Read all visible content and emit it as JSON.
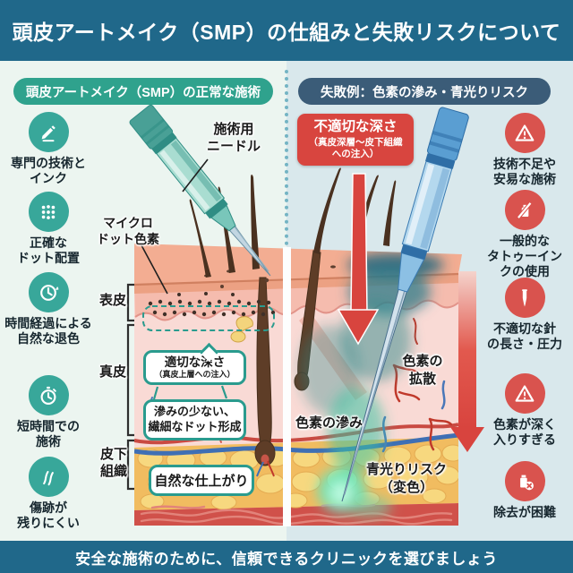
{
  "title": "頭皮アートメイク（SMP）の仕組みと失敗リスクについて",
  "footer": "安全な施術のために、信頼できるクリニックを選びましょう",
  "colors": {
    "header_bg": "#20688a",
    "left_accent": "#2fa28d",
    "left_icon_circle": "#38a79a",
    "right_header_bg": "#3b5c78",
    "right_icon_circle": "#d9534e",
    "risk_red": "#d8453f",
    "bubble_teal": "#2a9b8e"
  },
  "left_panel": {
    "header": "頭皮アートメイク（SMP）の正常な施術",
    "items": [
      {
        "icon": "pencil-icon",
        "label": "専門の技術と\nインク"
      },
      {
        "icon": "dots-grid-icon",
        "label": "正確な\nドット配置"
      },
      {
        "icon": "clock-history-icon",
        "label": "時間経過による\n自然な退色"
      },
      {
        "icon": "stopwatch-icon",
        "label": "短時間での\n施術"
      },
      {
        "icon": "scar-free-icon",
        "label": "傷跡が\n残りにくい"
      }
    ]
  },
  "right_panel": {
    "header": "失敗例：色素の滲み・青光りリスク",
    "items": [
      {
        "icon": "warning-triangle-icon",
        "label": "技術不足や\n安易な施術"
      },
      {
        "icon": "tattoo-ink-icon",
        "label": "一般的な\nタトゥーイン\nクの使用"
      },
      {
        "icon": "needle-icon",
        "label": "不適切な針\nの長さ・圧力"
      },
      {
        "icon": "warning-triangle-icon",
        "label": "色素が深く\n入りすぎる"
      },
      {
        "icon": "removal-difficult-icon",
        "label": "除去が困難"
      }
    ]
  },
  "diagram": {
    "needle_label": "施術用\nニードル",
    "microdot_label": "マイクロ\nドット色素",
    "layers": {
      "epidermis": "表皮",
      "dermis": "真皮",
      "subcutaneous": "皮下\n組織"
    },
    "good": {
      "depth_title": "適切な深さ",
      "depth_sub": "（真皮上層への注入）",
      "dot_formation": "滲みの少ない、\n繊細なドット形成",
      "finish": "自然な仕上がり"
    },
    "bad": {
      "depth_title": "不適切な深さ",
      "depth_sub": "（真皮深層〜皮下組織\nへの注入）",
      "diffusion": "色素の\n拡散",
      "bleed": "色素の滲み",
      "bluelight": "青光りリスク\n（変色）"
    }
  }
}
